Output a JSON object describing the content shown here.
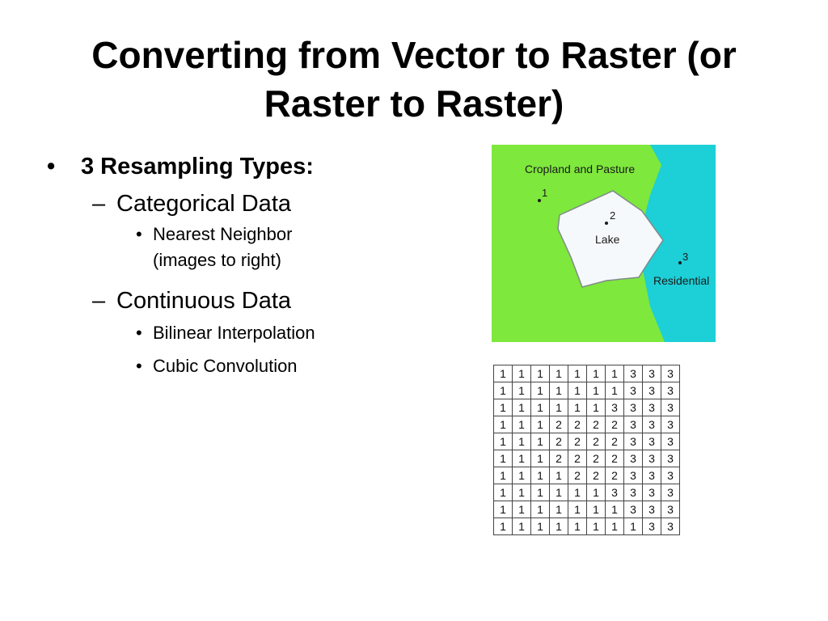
{
  "title": "Converting from Vector to Raster (or Raster to Raster)",
  "bullets": {
    "l1_mark": "•",
    "heading": "3 Resampling Types:",
    "l2_mark": "–",
    "l3_mark": "•",
    "categorical": {
      "label": "Categorical Data",
      "items": [
        {
          "line1": "Nearest Neighbor",
          "line2": "(images to right)"
        }
      ]
    },
    "continuous": {
      "label": "Continuous Data",
      "items": [
        "Bilinear Interpolation",
        "Cubic Convolution"
      ]
    }
  },
  "map": {
    "colors": {
      "cropland": "#7ee83c",
      "residential": "#1dcfd6",
      "lake": "#f6f9fb",
      "outline": "#7f8a8a"
    },
    "labels": {
      "cropland": "Cropland and Pasture",
      "lake": "Lake",
      "residential": "Residential"
    },
    "points": [
      "1",
      "2",
      "3"
    ]
  },
  "raster": {
    "rows": [
      [
        1,
        1,
        1,
        1,
        1,
        1,
        1,
        3,
        3,
        3
      ],
      [
        1,
        1,
        1,
        1,
        1,
        1,
        1,
        3,
        3,
        3
      ],
      [
        1,
        1,
        1,
        1,
        1,
        1,
        3,
        3,
        3,
        3
      ],
      [
        1,
        1,
        1,
        2,
        2,
        2,
        2,
        3,
        3,
        3
      ],
      [
        1,
        1,
        1,
        2,
        2,
        2,
        2,
        3,
        3,
        3
      ],
      [
        1,
        1,
        1,
        2,
        2,
        2,
        2,
        3,
        3,
        3
      ],
      [
        1,
        1,
        1,
        1,
        2,
        2,
        2,
        3,
        3,
        3
      ],
      [
        1,
        1,
        1,
        1,
        1,
        1,
        3,
        3,
        3,
        3
      ],
      [
        1,
        1,
        1,
        1,
        1,
        1,
        1,
        3,
        3,
        3
      ],
      [
        1,
        1,
        1,
        1,
        1,
        1,
        1,
        1,
        3,
        3
      ]
    ]
  }
}
